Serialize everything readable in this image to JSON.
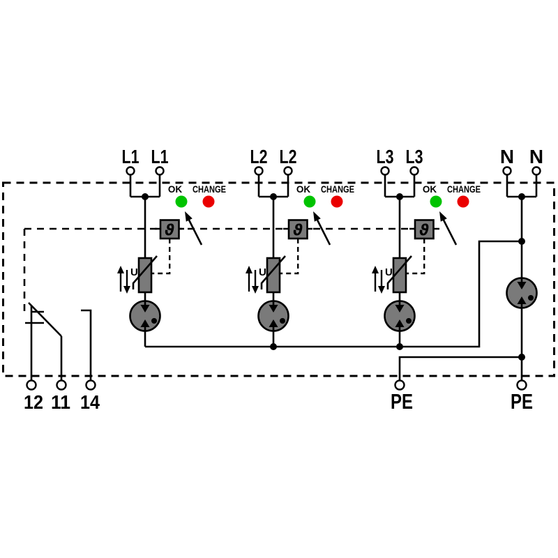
{
  "phases": [
    {
      "label": "L1"
    },
    {
      "label": "L2"
    },
    {
      "label": "L3"
    }
  ],
  "neutral": {
    "label": "N"
  },
  "earth": {
    "label": "PE"
  },
  "indicators": {
    "ok": "OK",
    "change": "CHANGE"
  },
  "symbols": {
    "thermal": "ϑ",
    "voltage": "U"
  },
  "remote_contact": {
    "terminals": [
      {
        "label": "12"
      },
      {
        "label": "11"
      },
      {
        "label": "14"
      }
    ]
  },
  "colors": {
    "line": "#000000",
    "component_fill": "#7a7a7a",
    "led_ok": "#00c300",
    "led_change": "#ea0000",
    "background": "#ffffff"
  }
}
